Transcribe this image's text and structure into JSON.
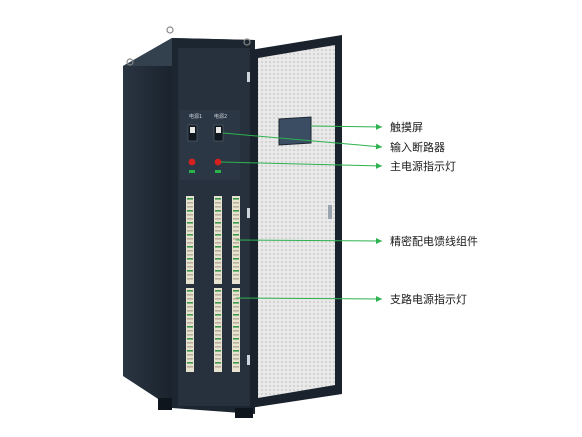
{
  "callouts": [
    {
      "id": "touchscreen",
      "label": "触摸屏"
    },
    {
      "id": "input-breaker",
      "label": "输入断路器"
    },
    {
      "id": "main-power-indicator",
      "label": "主电源指示灯"
    },
    {
      "id": "precision-cable-assembly",
      "label": "精密配电馈线组件"
    },
    {
      "id": "branch-power-indicator",
      "label": "支路电源指示灯"
    }
  ],
  "breaker_labels": [
    "电源1",
    "电源2"
  ],
  "colors": {
    "cabinet": "#1f2a36",
    "cabinet_dark": "#141c25",
    "door_mesh": "#e4e4e4",
    "leader_line": "#2db24f",
    "indicator_red": "#d62020",
    "indicator_green": "#2ab34a",
    "terminal_green": "#3c9a4c"
  },
  "icons": {
    "breaker": "breaker-switch-icon",
    "indicator": "indicator-light-icon"
  }
}
